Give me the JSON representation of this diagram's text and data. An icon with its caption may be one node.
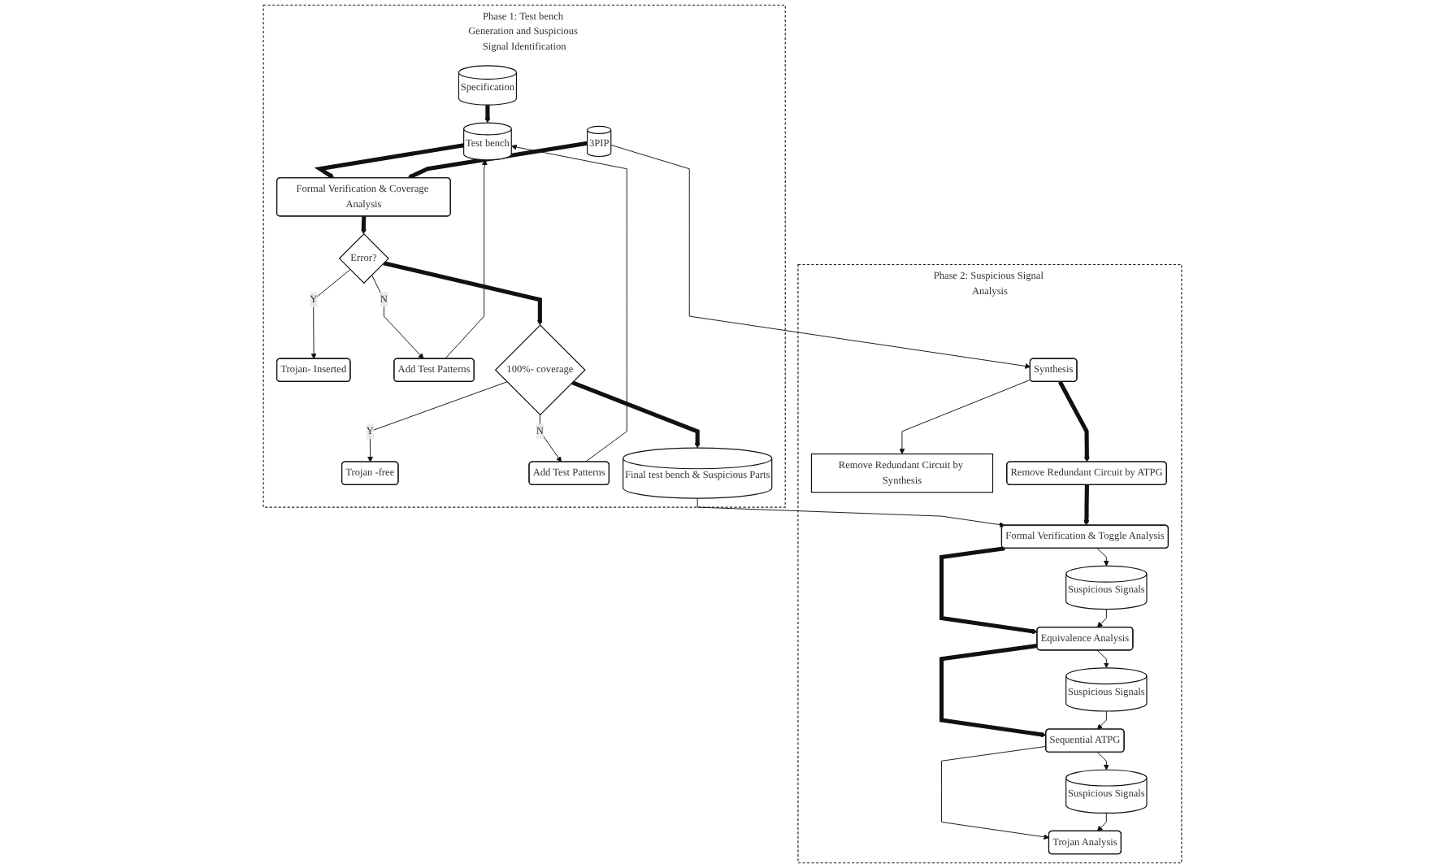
{
  "diagram": {
    "nodes": [
      {
        "text": [
          "Phase 1: Test bench Generation and Suspicious Signal Identification"
        ]
      },
      {
        "text": [
          "Specification"
        ],
        "in": 0
      },
      {
        "text": [
          "Test bench"
        ],
        "in": 0
      },
      {
        "text": [
          "3PIP"
        ],
        "in": 0
      },
      {
        "text": [
          "Formal Verification & Coverage Analysis"
        ],
        "in": 0
      },
      {
        "text": [
          "Error?"
        ],
        "in": 0
      },
      {
        "text": [
          "Trojan- Inserted"
        ],
        "in": 0
      },
      {
        "text": [
          "Add Test Patterns"
        ],
        "in": 0
      },
      {
        "text": [
          "100%- coverage"
        ],
        "in": 0
      },
      {
        "text": [
          "Trojan -free"
        ],
        "in": 0
      },
      {
        "text": [
          "Add Test Patterns"
        ],
        "in": 0
      },
      {
        "text": [
          "Final test bench & Suspicious Parts"
        ],
        "in": 0
      },
      {
        "text": [
          "Phase 2: Suspicious Signal Analysis"
        ]
      },
      {
        "text": [
          "Synthesis"
        ],
        "in": 12
      },
      {
        "text": [
          "Remove Redundant Circuit by Synthesis"
        ],
        "in": 12
      },
      {
        "text": [
          "Remove Redundant Circuit by ATPG"
        ],
        "in": 12
      },
      {
        "text": [
          "Formal Verification & Toggle Analysis"
        ],
        "in": 12
      },
      {
        "text": [
          "Suspicious Signals"
        ],
        "in": 12
      },
      {
        "text": [
          "Equivalence Analysis"
        ],
        "in": 12
      },
      {
        "text": [
          "Suspicious Signals"
        ],
        "in": 12
      },
      {
        "text": [
          "Sequential ATPG"
        ],
        "in": 12
      },
      {
        "text": [
          "Suspicious Signals"
        ],
        "in": 12
      },
      {
        "text": [
          "Trojan Analysis"
        ],
        "in": 12
      }
    ],
    "edges": [
      {
        "from": 1,
        "to": 2,
        "arrow": "to",
        "style": "thick"
      },
      {
        "from": 2,
        "to": 4,
        "arrow": "to",
        "style": "thick"
      },
      {
        "from": 3,
        "to": 4,
        "arrow": "to",
        "style": "thick"
      },
      {
        "from": 4,
        "to": 5,
        "arrow": "to",
        "style": "thick"
      },
      {
        "from": 5,
        "to": 6,
        "arrow": "to",
        "label": "Y"
      },
      {
        "from": 5,
        "to": 7,
        "arrow": "to",
        "label": "N"
      },
      {
        "from": 5,
        "to": 8,
        "arrow": "to",
        "style": "thick"
      },
      {
        "from": 7,
        "to": 2,
        "arrow": "to"
      },
      {
        "from": 8,
        "to": 9,
        "arrow": "to",
        "label": "Y"
      },
      {
        "from": 8,
        "to": 10,
        "arrow": "to",
        "label": "N"
      },
      {
        "from": 8,
        "to": 11,
        "arrow": "to",
        "style": "thick"
      },
      {
        "from": 10,
        "to": 2,
        "arrow": "to"
      },
      {
        "from": 3,
        "to": 13,
        "arrow": "to"
      },
      {
        "from": 13,
        "to": 14,
        "arrow": "to"
      },
      {
        "from": 13,
        "to": 15,
        "arrow": "to",
        "style": "thick"
      },
      {
        "from": 11,
        "to": 16,
        "arrow": "to"
      },
      {
        "from": 15,
        "to": 16,
        "arrow": "to",
        "style": "thick"
      },
      {
        "from": 16,
        "to": 17,
        "arrow": "to"
      },
      {
        "from": 16,
        "to": 18,
        "arrow": "to",
        "style": "thick"
      },
      {
        "from": 17,
        "to": 18,
        "arrow": "to"
      },
      {
        "from": 18,
        "to": 19,
        "arrow": "to"
      },
      {
        "from": 18,
        "to": 20,
        "arrow": "to",
        "style": "thick"
      },
      {
        "from": 19,
        "to": 20,
        "arrow": "to"
      },
      {
        "from": 20,
        "to": 21,
        "arrow": "to"
      },
      {
        "from": 20,
        "to": 22,
        "arrow": "to"
      },
      {
        "from": 21,
        "to": 22,
        "arrow": "to"
      }
    ]
  }
}
